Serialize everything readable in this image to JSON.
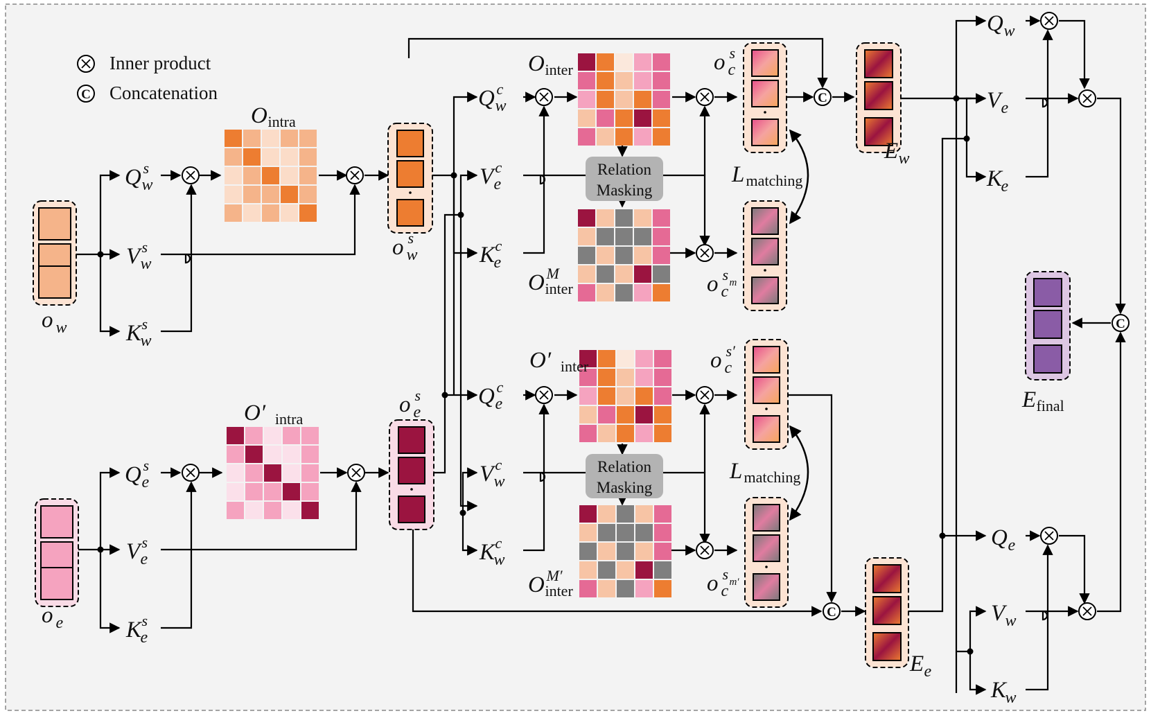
{
  "legend": {
    "inner_product": "Inner product",
    "concatenation": "Concatenation"
  },
  "symbols": {
    "inner_product": "⊗",
    "concat": "C"
  },
  "relation_masking": {
    "line1": "Relation",
    "line2": "Masking"
  },
  "labels": {
    "o_w": {
      "main": "o",
      "sub": "w"
    },
    "o_e": {
      "main": "o",
      "sub": "e"
    },
    "q_w_s": {
      "main": "Q",
      "sub": "w",
      "sup": "s"
    },
    "v_w_s": {
      "main": "V",
      "sub": "w",
      "sup": "s"
    },
    "k_w_s": {
      "main": "K",
      "sub": "w",
      "sup": "s"
    },
    "q_e_s": {
      "main": "Q",
      "sub": "e",
      "sup": "s"
    },
    "v_e_s": {
      "main": "V",
      "sub": "e",
      "sup": "s"
    },
    "k_e_s": {
      "main": "K",
      "sub": "e",
      "sup": "s"
    },
    "o_intra": {
      "main": "O",
      "sub": "intra"
    },
    "o_intra_p": {
      "main": "O′",
      "sub": "intra"
    },
    "o_w_s": {
      "main": "o",
      "sub": "w",
      "sup": "s"
    },
    "o_e_s": {
      "main": "o",
      "sub": "e",
      "sup": "s"
    },
    "q_w_c": {
      "main": "Q",
      "sub": "w",
      "sup": "c"
    },
    "v_e_c": {
      "main": "V",
      "sub": "e",
      "sup": "c"
    },
    "k_e_c": {
      "main": "K",
      "sub": "e",
      "sup": "c"
    },
    "q_e_c": {
      "main": "Q",
      "sub": "e",
      "sup": "c"
    },
    "v_w_c": {
      "main": "V",
      "sub": "w",
      "sup": "c"
    },
    "k_w_c": {
      "main": "K",
      "sub": "w",
      "sup": "c"
    },
    "o_inter": {
      "main": "O",
      "sub": "inter"
    },
    "o_inter_m": {
      "main": "O",
      "sub": "inter",
      "sup": "M"
    },
    "o_inter_p": {
      "main": "O′",
      "sub": "inter"
    },
    "o_inter_mp": {
      "main": "O",
      "sub": "inter",
      "sup": "M′"
    },
    "o_c_s": {
      "main": "o",
      "sub": "c",
      "sup": "s"
    },
    "o_c_sm": {
      "main": "o",
      "sub": "c",
      "sup": "s",
      "supsub": "m"
    },
    "o_c_sp": {
      "main": "o",
      "sub": "c",
      "sup": "s′"
    },
    "o_c_smp": {
      "main": "o",
      "sub": "c",
      "sup": "s",
      "supsub": "m′"
    },
    "l_matching": {
      "main": "L",
      "sub": "matching"
    },
    "e_w": {
      "main": "E",
      "sub": "w"
    },
    "e_e": {
      "main": "E",
      "sub": "e"
    },
    "q_w": {
      "main": "Q",
      "sub": "w"
    },
    "v_e": {
      "main": "V",
      "sub": "e"
    },
    "k_e": {
      "main": "K",
      "sub": "e"
    },
    "q_e": {
      "main": "Q",
      "sub": "e"
    },
    "v_w": {
      "main": "V",
      "sub": "w"
    },
    "k_w": {
      "main": "K",
      "sub": "w"
    },
    "e_final": {
      "main": "E",
      "sub": "final"
    }
  },
  "colors": {
    "orange_bg": "#fce3d3",
    "pink_bg": "#f9dbe6",
    "purple_bg": "#ddc6e3",
    "orange_light": "#f5b48a",
    "orange_dark": "#ed7d31",
    "pink_light": "#f5a3bf",
    "crimson": "#9b1440",
    "purple": "#8a5ca6",
    "gray_mask": "#7f7f7f",
    "box_gray": "#b3b3b3"
  },
  "matrices": {
    "intra": [
      "DLWLL",
      "LDWWL",
      "WLDWL",
      "WLLDL",
      "LWLWD"
    ],
    "intra_p": [
      "DLWLL",
      "LDWWL",
      "WLDWL",
      "WLLDL",
      "LWLWD"
    ],
    "inter": [
      "COWPM",
      "MOLPM",
      "POLOM",
      "LMOCO",
      "MLOPO"
    ],
    "inter_m": [
      "CLGLM",
      "LGGGM",
      "GLGLM",
      "LGLCG",
      "MLGPO"
    ],
    "inter_p": [
      "COWPM",
      "MOLPM",
      "POLOM",
      "LMOCO",
      "MLOPO"
    ],
    "inter_mp": [
      "CLGLM",
      "LGGGM",
      "GLGLM",
      "LGLCG",
      "MLGPO"
    ]
  }
}
